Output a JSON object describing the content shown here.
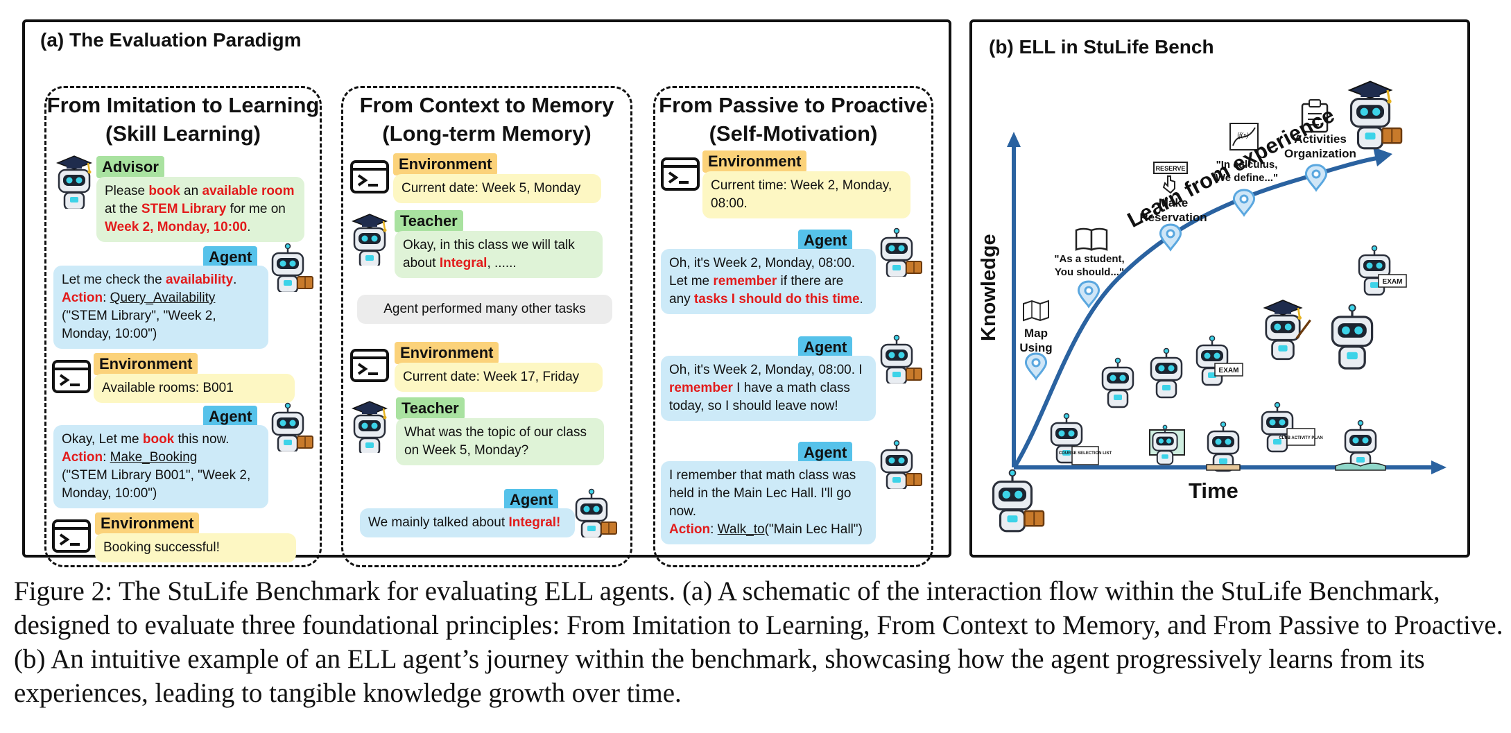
{
  "panel_a": {
    "title": "(a) The Evaluation Paradigm",
    "columns": [
      {
        "title_line1": "From Imitation to Learning",
        "title_line2": "(Skill Learning)",
        "advisor_tag": "Advisor",
        "advisor_msg": {
          "p1": "Please ",
          "p2": "book",
          "p3": " an ",
          "p4": "available room",
          "p5": " at the ",
          "p6": "STEM Library",
          "p7": " for me on ",
          "p8": "Week 2, Monday, 10:00",
          "p9": "."
        },
        "agent_tag": "Agent",
        "agent_msg1": {
          "p1": "Let me check the ",
          "p2": "availability",
          "p3": ".",
          "action": "Action",
          "colon": ": ",
          "fn": "Query_Availability",
          "args": "(\"STEM Library\", \"Week 2, Monday, 10:00\")"
        },
        "env_tag": "Environment",
        "env_msg1": "Available rooms: B001",
        "agent_msg2": {
          "p1": "Okay, Let me ",
          "p2": "book",
          "p3": " this now.",
          "action": "Action",
          "colon": ": ",
          "fn": "Make_Booking",
          "args": "(\"STEM Library B001\", \"Week 2, Monday, 10:00\")"
        },
        "env_msg2": "Booking successful!"
      },
      {
        "title_line1": "From Context to Memory",
        "title_line2": "(Long-term Memory)",
        "env_tag": "Environment",
        "env_msg1": "Current date: Week 5, Monday",
        "teacher_tag": "Teacher",
        "teacher_msg1": {
          "p1": "Okay, in this class we will talk about ",
          "p2": "Integral",
          ", ": "",
          "p3": ", ......"
        },
        "gap_msg": "Agent performed many other tasks",
        "env_msg2": "Current date: Week 17, Friday",
        "teacher_msg2": "What was the topic of our class on Week 5, Monday?",
        "agent_tag": "Agent",
        "agent_msg": {
          "p1": "We mainly talked about ",
          "p2": "Integral!"
        }
      },
      {
        "title_line1": "From Passive to Proactive",
        "title_line2": "(Self-Motivation)",
        "env_tag": "Environment",
        "env_msg": "Current time: Week 2, Monday, 08:00.",
        "agent_tag": "Agent",
        "agent_msg1": {
          "p1": "Oh, it's Week 2, Monday, 08:00. Let me ",
          "p2": "remember",
          "p3": " if there are any ",
          "p4": "tasks I should do this time",
          "p5": "."
        },
        "agent_msg2": {
          "p1": "Oh, it's Week 2, Monday, 08:00. I ",
          "p2": "remember",
          "p3": " I have a math class today, so I should leave now!"
        },
        "agent_msg3": {
          "p1": "I remember that math class was held in the Main Lec Hall. I'll go now.",
          "action": "Action",
          "colon": ": ",
          "fn": "Walk_to",
          "args": "(\"Main Lec Hall\")"
        }
      }
    ]
  },
  "panel_b": {
    "title": "(b) ELL in StuLife Bench",
    "y_label": "Knowledge",
    "x_label": "Time",
    "curve_label": "Learn from experience",
    "landmarks": {
      "map": "Map\nUsing",
      "book_quote": "\"As a student,\nYou should...\"",
      "reserve_sign": "RESERVE",
      "reservation": "Make\nReservation",
      "calc_quote": "\"In calculus,\nWe define...\"",
      "activities": "Activities\nOrganization"
    },
    "signs": {
      "exam": "EXAM",
      "course": "COURSE SELECTION LIST",
      "club": "CLUB ACTIVITY PLAN"
    }
  },
  "caption": "Figure 2: The StuLife Benchmark for evaluating ELL agents. (a) A schematic of the interaction flow within the StuLife Benchmark, designed to evaluate three foundational principles: From Imitation to Learning, From Context to Memory, and From Passive to Proactive. (b) An intuitive example of an ELL agent’s journey within the benchmark, showcasing how the agent progressively learns from its experiences, leading to tangible knowledge growth over time.",
  "colors": {
    "env_tag": "#fbd27a",
    "green_tag": "#a9e2a0",
    "agent_tag": "#56c2ea",
    "env_bubble": "#fdf7c3",
    "green_bubble": "#dff3d7",
    "agent_bubble": "#cdeaf8",
    "highlight": "#e21b1b",
    "axis": "#2a62a0",
    "pin": "#5aa7df"
  },
  "icons": [
    "robot-icon",
    "graduation-cap-icon",
    "terminal-icon",
    "book-icon",
    "map-icon",
    "calculator-chart-icon",
    "clipboard-icon",
    "location-pin-icon"
  ]
}
